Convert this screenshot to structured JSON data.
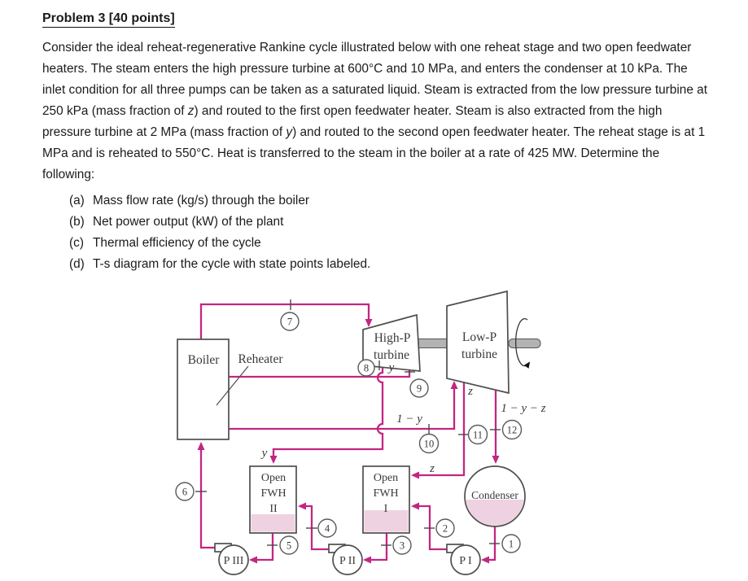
{
  "document": {
    "title": "Problem 3 [40 points]",
    "paragraph_segments": [
      {
        "text": "Consider the ideal reheat-regenerative Rankine cycle illustrated below with one reheat stage and two open feedwater heaters. The steam enters the high pressure turbine at 600°C and 10 MPa, and enters the condenser at 10 kPa. The inlet condition for all three pumps can be taken as a saturated liquid. Steam is extracted from the low pressure turbine at 250 kPa (mass fraction of ",
        "italic": false
      },
      {
        "text": "z",
        "italic": true
      },
      {
        "text": ") and routed to the first open feedwater heater. Steam is also extracted from the high pressure turbine at 2 MPa (mass fraction of ",
        "italic": false
      },
      {
        "text": "y",
        "italic": true
      },
      {
        "text": ") and routed to the second open feedwater heater. The reheat stage is at 1 MPa and is reheated to 550°C. Heat is transferred to the steam in the boiler at a rate of 425 MW. Determine the following:",
        "italic": false
      }
    ],
    "items": [
      {
        "marker": "(a)",
        "text": "Mass flow rate (kg/s) through the boiler"
      },
      {
        "marker": "(b)",
        "text": "Net power output (kW) of the plant"
      },
      {
        "marker": "(c)",
        "text": "Thermal efficiency of the cycle"
      },
      {
        "marker": "(d)",
        "text": "T-s diagram for the cycle with state points labeled."
      }
    ]
  },
  "diagram": {
    "labels": {
      "boiler": "Boiler",
      "reheater": "Reheater",
      "hp_turbine_line1": "High-P",
      "hp_turbine_line2": "turbine",
      "lp_turbine_line1": "Low-P",
      "lp_turbine_line2": "turbine",
      "fwh2_line1": "Open",
      "fwh2_line2": "FWH",
      "fwh2_line3": "II",
      "fwh1_line1": "Open",
      "fwh1_line2": "FWH",
      "fwh1_line3": "I",
      "condenser": "Condenser",
      "pump1": "P I",
      "pump2": "P II",
      "pump3": "P III"
    },
    "flow_labels": {
      "y_extraction": "y",
      "y_inlet": "y",
      "one_minus_y": "1 − y",
      "z_extraction": "z",
      "z_inlet": "z",
      "one_minus_y_minus_z": "1 − y − z"
    },
    "state_labels": [
      "1",
      "2",
      "3",
      "4",
      "5",
      "6",
      "7",
      "8",
      "9",
      "10",
      "11",
      "12"
    ],
    "colors": {
      "flow_line": "#c32682",
      "liquid_fill": "#efd2e2",
      "component_border": "#4f4f4f",
      "label_text": "#3a3a3a"
    }
  }
}
